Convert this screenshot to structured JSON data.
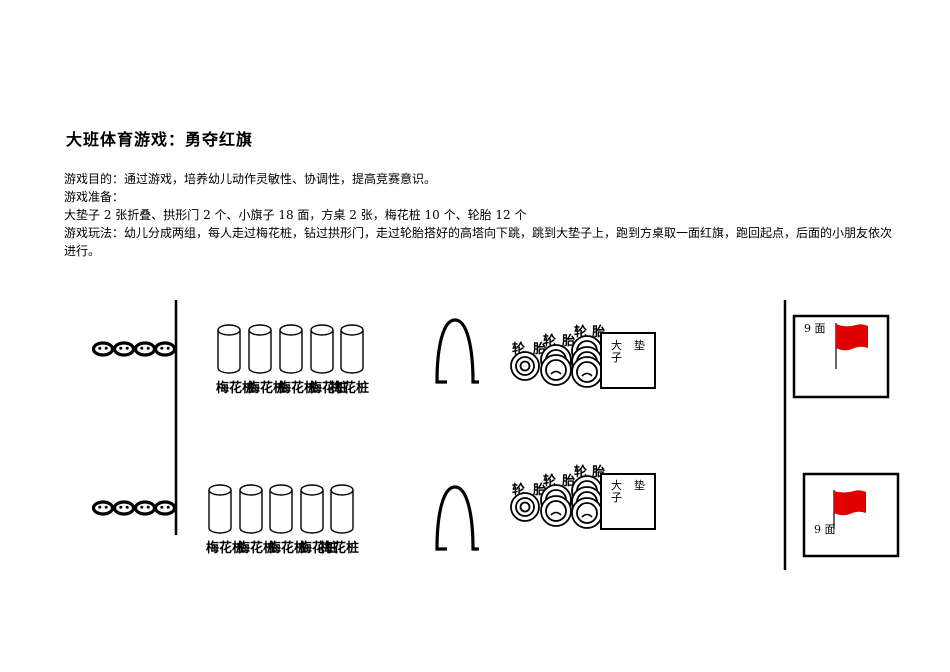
{
  "title": "大班体育游戏：勇夺红旗",
  "goal": "游戏目的：通过游戏，培养幼儿动作灵敏性、协调性，提高竞赛意识。",
  "prep_heading": "游戏准备：",
  "prep_items": "大垫子 2 张折叠、拱形门 2 个、小旗子 18 面，方桌 2 张，梅花桩 10 个、轮胎 12 个",
  "play": "游戏玩法：幼儿分成两组，每人走过梅花桩，钻过拱形门，走过轮胎搭好的高塔向下跳，跳到大垫子上，跑到方桌取一面红旗，跑回起点，后面的小朋友依次进行。",
  "diagram": {
    "pile_label": "梅花桩",
    "tire_label": "轮",
    "tire_label2": "胎",
    "mat_label_1": "大",
    "mat_label_2": "垫",
    "mat_label_3": "子",
    "flag_count_label": "9 面",
    "flag_color": "#e00000"
  }
}
